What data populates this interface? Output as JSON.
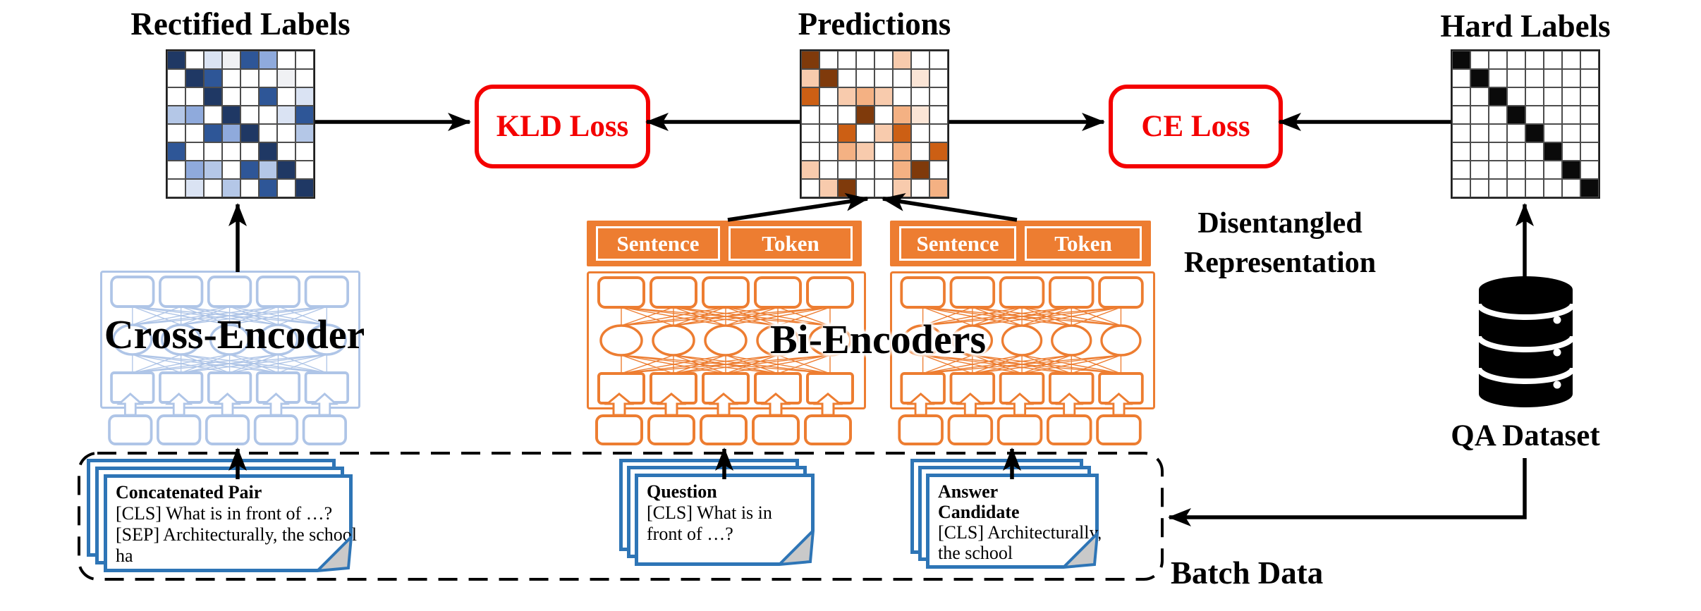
{
  "titles": {
    "rectified_labels": "Rectified Labels",
    "predictions": "Predictions",
    "hard_labels": "Hard Labels"
  },
  "losses": {
    "kld": "KLD Loss",
    "ce": "CE Loss"
  },
  "encoders": {
    "cross_label": "Cross-Encoder",
    "bi_label": "Bi-Encoders",
    "sentence": "Sentence",
    "token": "Token"
  },
  "annotations": {
    "disentangled_line1": "Disentangled",
    "disentangled_line2": "Representation",
    "batch_data": "Batch Data",
    "qa_dataset": "QA Dataset"
  },
  "documents": {
    "concatenated": {
      "title": "Concatenated Pair",
      "line1": "[CLS] What is in front of …?",
      "line2": "[SEP] Architecturally, the school",
      "line3": "ha"
    },
    "question": {
      "title": "Question",
      "line1": "[CLS] What is in",
      "line2": "front of …?"
    },
    "answer": {
      "title1": "Answer",
      "title2": "Candidate",
      "line1": "[CLS] Architecturally,",
      "line2": "the school"
    }
  },
  "colors": {
    "loss_red": "#F40000",
    "cross_encoder_blue": "#AFC5E7",
    "bi_encoder_orange": "#ED7D31",
    "document_blue": "#2E75B6",
    "arrow_black": "#000000",
    "blue_scale": [
      "#1F3864",
      "#2E5697",
      "#8FAADC",
      "#B4C7E7",
      "#DAE3F3",
      "#F0F1F4"
    ],
    "orange_scale": [
      "#7F3A0B",
      "#CC5F14",
      "#F4B183",
      "#F8CBAD",
      "#FBE5D6"
    ]
  },
  "matrices": {
    "rectified": [
      [
        "#1F3864",
        "#FFF",
        "#DAE3F3",
        "#F0F1F4",
        "#2E5697",
        "#8FAADC",
        "#FFF",
        "#FFF"
      ],
      [
        "#FFF",
        "#1F3864",
        "#2E5697",
        "#FFF",
        "#FFF",
        "#FFF",
        "#F0F1F4",
        "#FFF"
      ],
      [
        "#FFF",
        "#FFF",
        "#1F3864",
        "#FFF",
        "#FFF",
        "#2E5697",
        "#FFF",
        "#DAE3F3"
      ],
      [
        "#B4C7E7",
        "#8FAADC",
        "#FFF",
        "#1F3864",
        "#FFF",
        "#FFF",
        "#DAE3F3",
        "#2E5697"
      ],
      [
        "#FFF",
        "#FFF",
        "#2E5697",
        "#8FAADC",
        "#1F3864",
        "#FFF",
        "#FFF",
        "#B4C7E7"
      ],
      [
        "#2E5697",
        "#FFF",
        "#FFF",
        "#FFF",
        "#FFF",
        "#1F3864",
        "#FFF",
        "#FFF"
      ],
      [
        "#FFF",
        "#8FAADC",
        "#B4C7E7",
        "#FFF",
        "#2E5697",
        "#B4C7E7",
        "#1F3864",
        "#FFF"
      ],
      [
        "#FFF",
        "#DAE3F3",
        "#FFF",
        "#B4C7E7",
        "#FFF",
        "#2E5697",
        "#FFF",
        "#1F3864"
      ]
    ],
    "predictions": [
      [
        "#7F3A0B",
        "#FFF",
        "#FFF",
        "#FFF",
        "#FFF",
        "#F8CBAD",
        "#FFF",
        "#FFF"
      ],
      [
        "#F8CBAD",
        "#7F3A0B",
        "#FFF",
        "#FFF",
        "#FFF",
        "#FFF",
        "#FBE5D6",
        "#FFF"
      ],
      [
        "#CC5F14",
        "#FFF",
        "#F8CBAD",
        "#F4B183",
        "#F8CBAD",
        "#FFF",
        "#FFF",
        "#FFF"
      ],
      [
        "#FFF",
        "#FFF",
        "#FFF",
        "#7F3A0B",
        "#FFF",
        "#F4B183",
        "#FBE5D6",
        "#FFF"
      ],
      [
        "#FFF",
        "#FFF",
        "#CC5F14",
        "#FFF",
        "#F8CBAD",
        "#CC5F14",
        "#FFF",
        "#FFF"
      ],
      [
        "#FFF",
        "#FFF",
        "#F4B183",
        "#F8CBAD",
        "#FFF",
        "#F4B183",
        "#FFF",
        "#CC5F14"
      ],
      [
        "#F8CBAD",
        "#FFF",
        "#FFF",
        "#FFF",
        "#FFF",
        "#F4B183",
        "#7F3A0B",
        "#FFF"
      ],
      [
        "#FFF",
        "#F8CBAD",
        "#7F3A0B",
        "#FFF",
        "#FFF",
        "#F8CBAD",
        "#FFF",
        "#F4B183"
      ]
    ],
    "hard": [
      [
        "#0A0A0A",
        "#FFF",
        "#FFF",
        "#FFF",
        "#FFF",
        "#FFF",
        "#FFF",
        "#FFF"
      ],
      [
        "#FFF",
        "#0A0A0A",
        "#FFF",
        "#FFF",
        "#FFF",
        "#FFF",
        "#FFF",
        "#FFF"
      ],
      [
        "#FFF",
        "#FFF",
        "#0A0A0A",
        "#FFF",
        "#FFF",
        "#FFF",
        "#FFF",
        "#FFF"
      ],
      [
        "#FFF",
        "#FFF",
        "#FFF",
        "#0A0A0A",
        "#FFF",
        "#FFF",
        "#FFF",
        "#FFF"
      ],
      [
        "#FFF",
        "#FFF",
        "#FFF",
        "#FFF",
        "#0A0A0A",
        "#FFF",
        "#FFF",
        "#FFF"
      ],
      [
        "#FFF",
        "#FFF",
        "#FFF",
        "#FFF",
        "#FFF",
        "#0A0A0A",
        "#FFF",
        "#FFF"
      ],
      [
        "#FFF",
        "#FFF",
        "#FFF",
        "#FFF",
        "#FFF",
        "#FFF",
        "#0A0A0A",
        "#FFF"
      ],
      [
        "#FFF",
        "#FFF",
        "#FFF",
        "#FFF",
        "#FFF",
        "#FFF",
        "#FFF",
        "#0A0A0A"
      ]
    ]
  }
}
